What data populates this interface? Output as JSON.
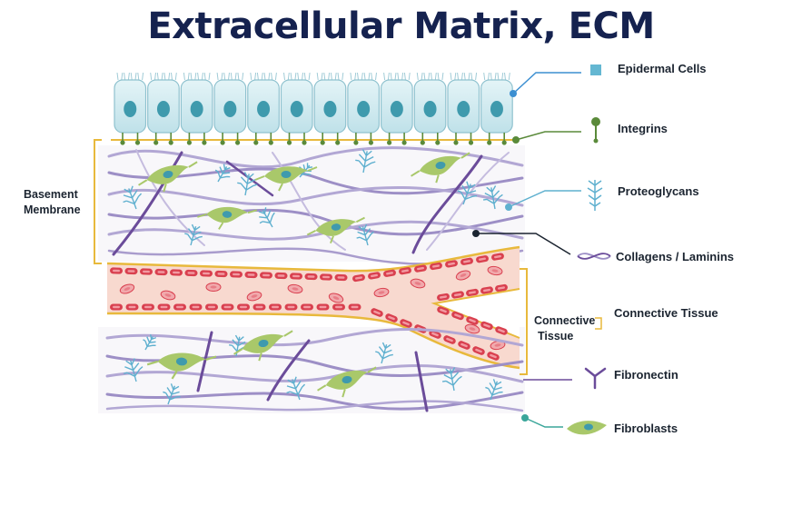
{
  "title": "Extracellular Matrix, ECM",
  "left_labels": {
    "basement_membrane_line1": "Basement",
    "basement_membrane_line2": "Membrane"
  },
  "inner_labels": {
    "connective_tissue_line1": "Connective",
    "connective_tissue_line2": "Tissue"
  },
  "legend": [
    {
      "label": "Epidermal Cells",
      "icon": "square-icon"
    },
    {
      "label": "Integrins",
      "icon": "integrin-icon"
    },
    {
      "label": "Proteoglycans",
      "icon": "proteoglycan-icon"
    },
    {
      "label": "Collagens / Laminins",
      "icon": "collagen-fiber-icon"
    },
    {
      "label": "Connective Tissue",
      "icon": "bracket-icon"
    },
    {
      "label": "Fibronectin",
      "icon": "fibronectin-icon"
    },
    {
      "label": "Fibroblasts",
      "icon": "fibroblast-icon"
    }
  ],
  "colors": {
    "title": "#15224f",
    "epidermal_cell": "#cde9ef",
    "nucleus": "#3f9aad",
    "integrin": "#5a8a3a",
    "fiber": "#9d8fc6",
    "fiber_dark": "#6b4c9a",
    "proteoglycan": "#5fb0cf",
    "fibroblast": "#a9c86a",
    "vessel": "#f8d9cf",
    "rbc": "#d9404f",
    "bracket": "#e8b93c"
  }
}
